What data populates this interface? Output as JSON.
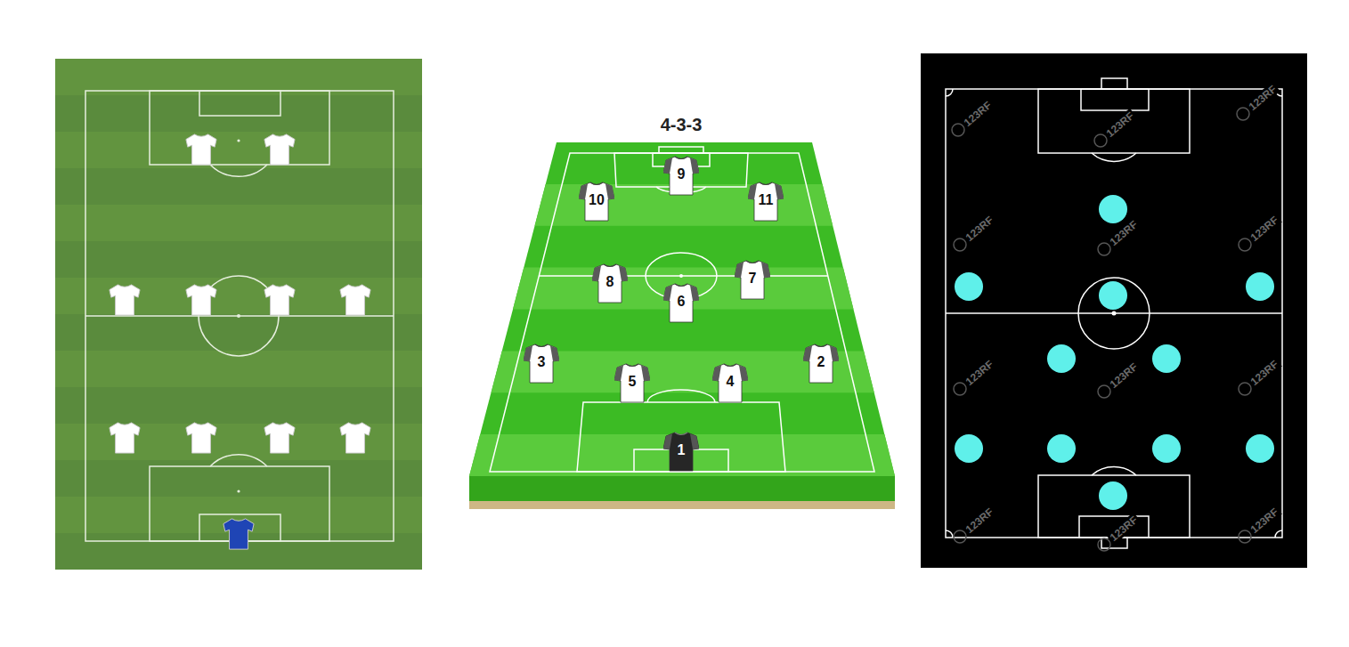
{
  "diagram": {
    "title": "4-3-3",
    "nodes": [
      {
        "text": [
          "9"
        ]
      },
      {
        "text": [
          "10"
        ]
      },
      {
        "text": [
          "11"
        ]
      },
      {
        "text": [
          "8"
        ]
      },
      {
        "text": [
          "6"
        ]
      },
      {
        "text": [
          "7"
        ]
      },
      {
        "text": [
          "3"
        ]
      },
      {
        "text": [
          "5"
        ]
      },
      {
        "text": [
          "4"
        ]
      },
      {
        "text": [
          "2"
        ]
      },
      {
        "text": [
          "1"
        ]
      }
    ],
    "labels": [
      "123RF",
      "123RF",
      "123RF",
      "123RF",
      "123RF",
      "123RF",
      "123RF",
      "123RF",
      "123RF",
      "123RF",
      "123RF",
      "123RF"
    ]
  }
}
